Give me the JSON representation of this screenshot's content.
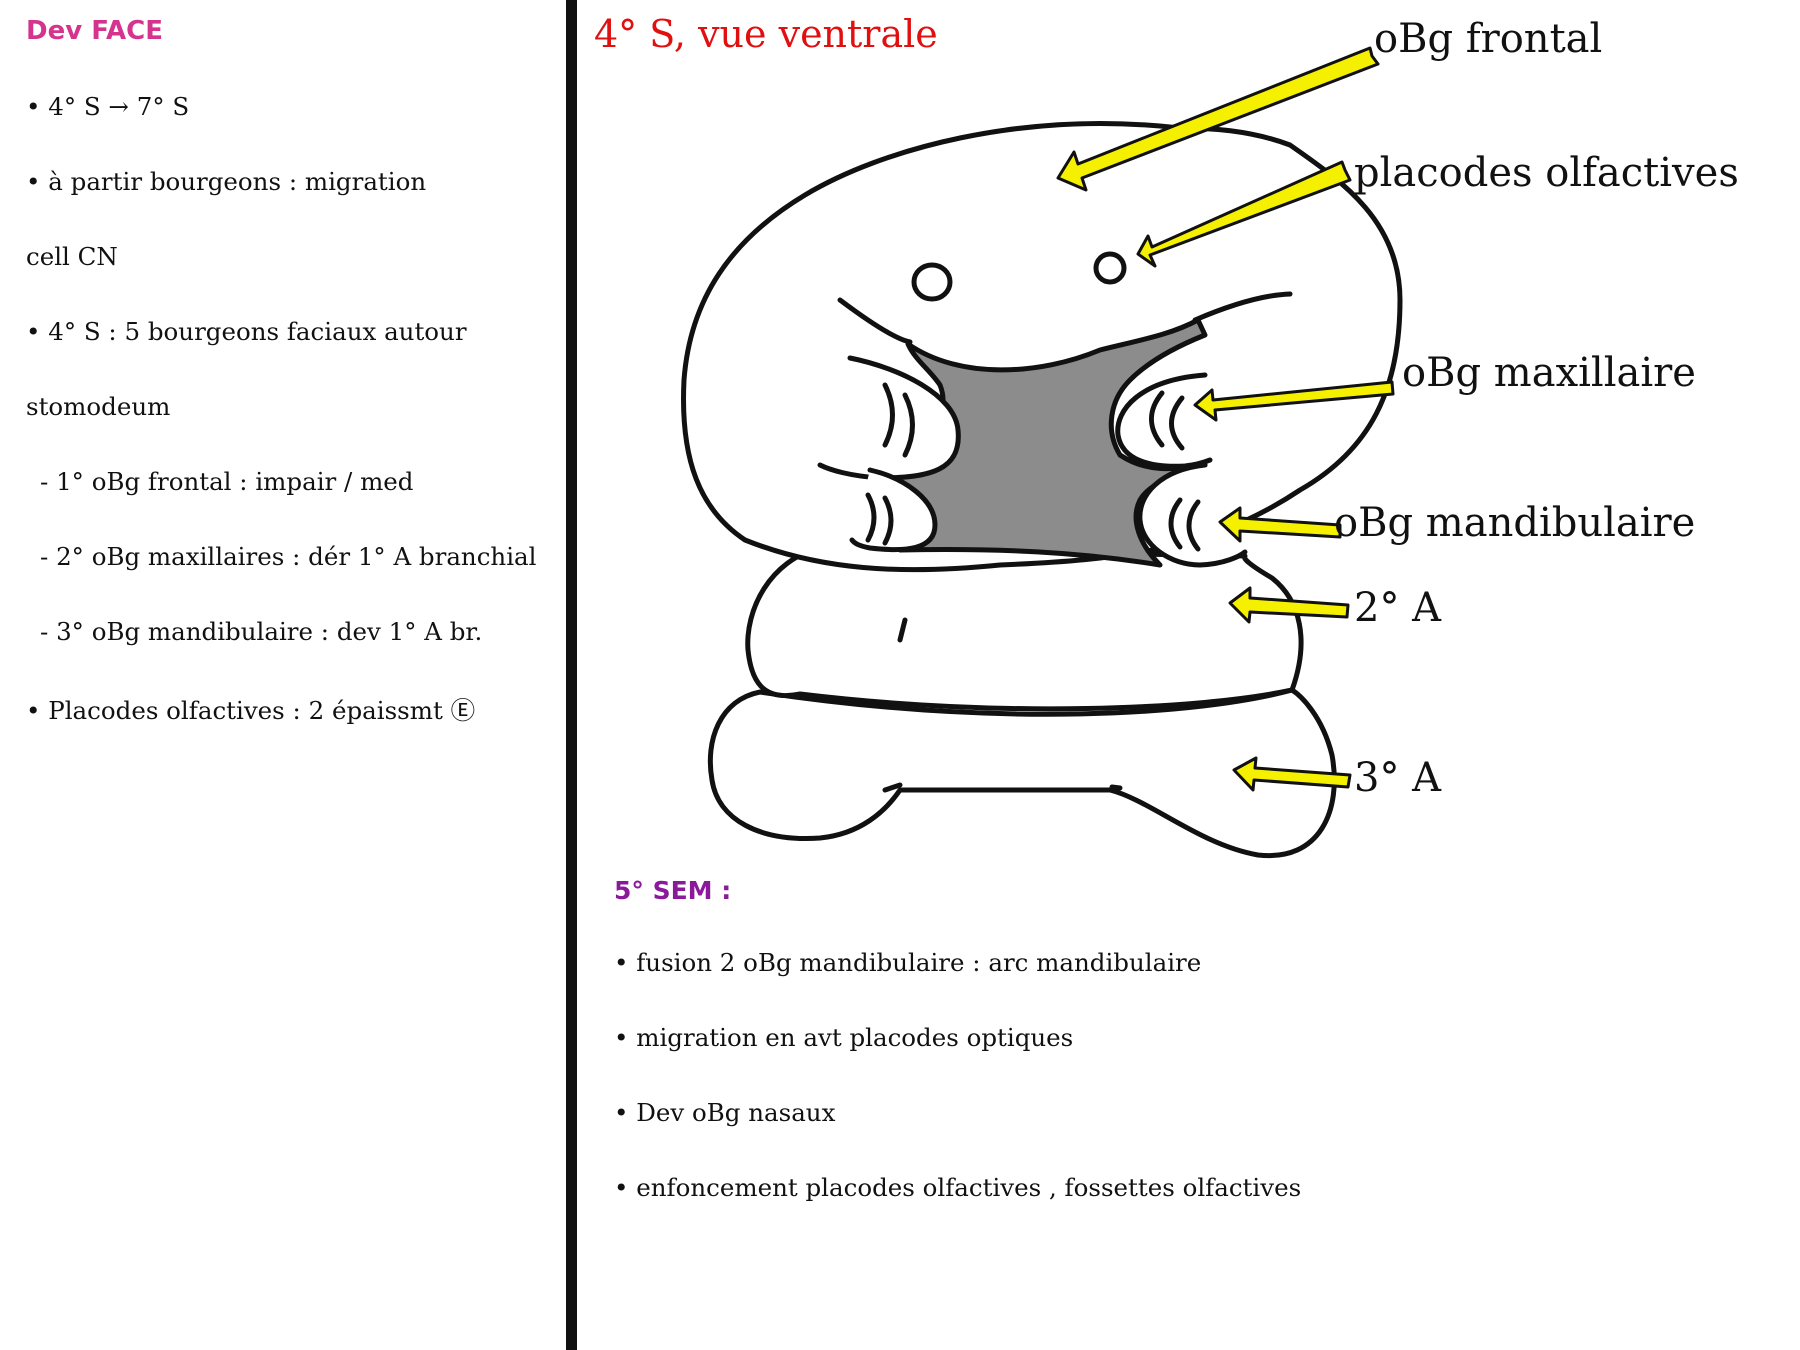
{
  "notes": {
    "title": "Dev FACE",
    "lines": [
      "• 4° S → 7° S",
      "• à partir bourgeons : migration",
      "cell CN",
      "• 4° S : 5 bourgeons faciaux autour",
      "stomodeum",
      "- 1° oBg frontal : impair / med",
      "- 2° oBg maxillaires : dér 1° A branchial",
      "- 3° oBg mandibulaire : dev 1° A br.",
      "• Placodes olfactives : 2 épaissmt Ⓔ"
    ]
  },
  "diagram": {
    "title": "4° S, vue ventrale",
    "labels": {
      "frontal": "oBg frontal",
      "placodes": "placodes olfactives",
      "maxillaire": "oBg maxillaire",
      "mandibulaire": "oBg mandibulaire",
      "arch2": "2° A",
      "arch3": "3° A"
    },
    "colors": {
      "title": "#e01010",
      "arrow": "#f5f000",
      "stomodeum": "#8c8c8c",
      "outline": "#111111"
    }
  },
  "sem5": {
    "title": "5° SEM :",
    "lines": [
      "• fusion 2  oBg mandibulaire : arc mandibulaire",
      "• migration en avt placodes optiques",
      "• Dev oBg nasaux",
      "• enfoncement placodes olfactives , fossettes olfactives"
    ]
  }
}
